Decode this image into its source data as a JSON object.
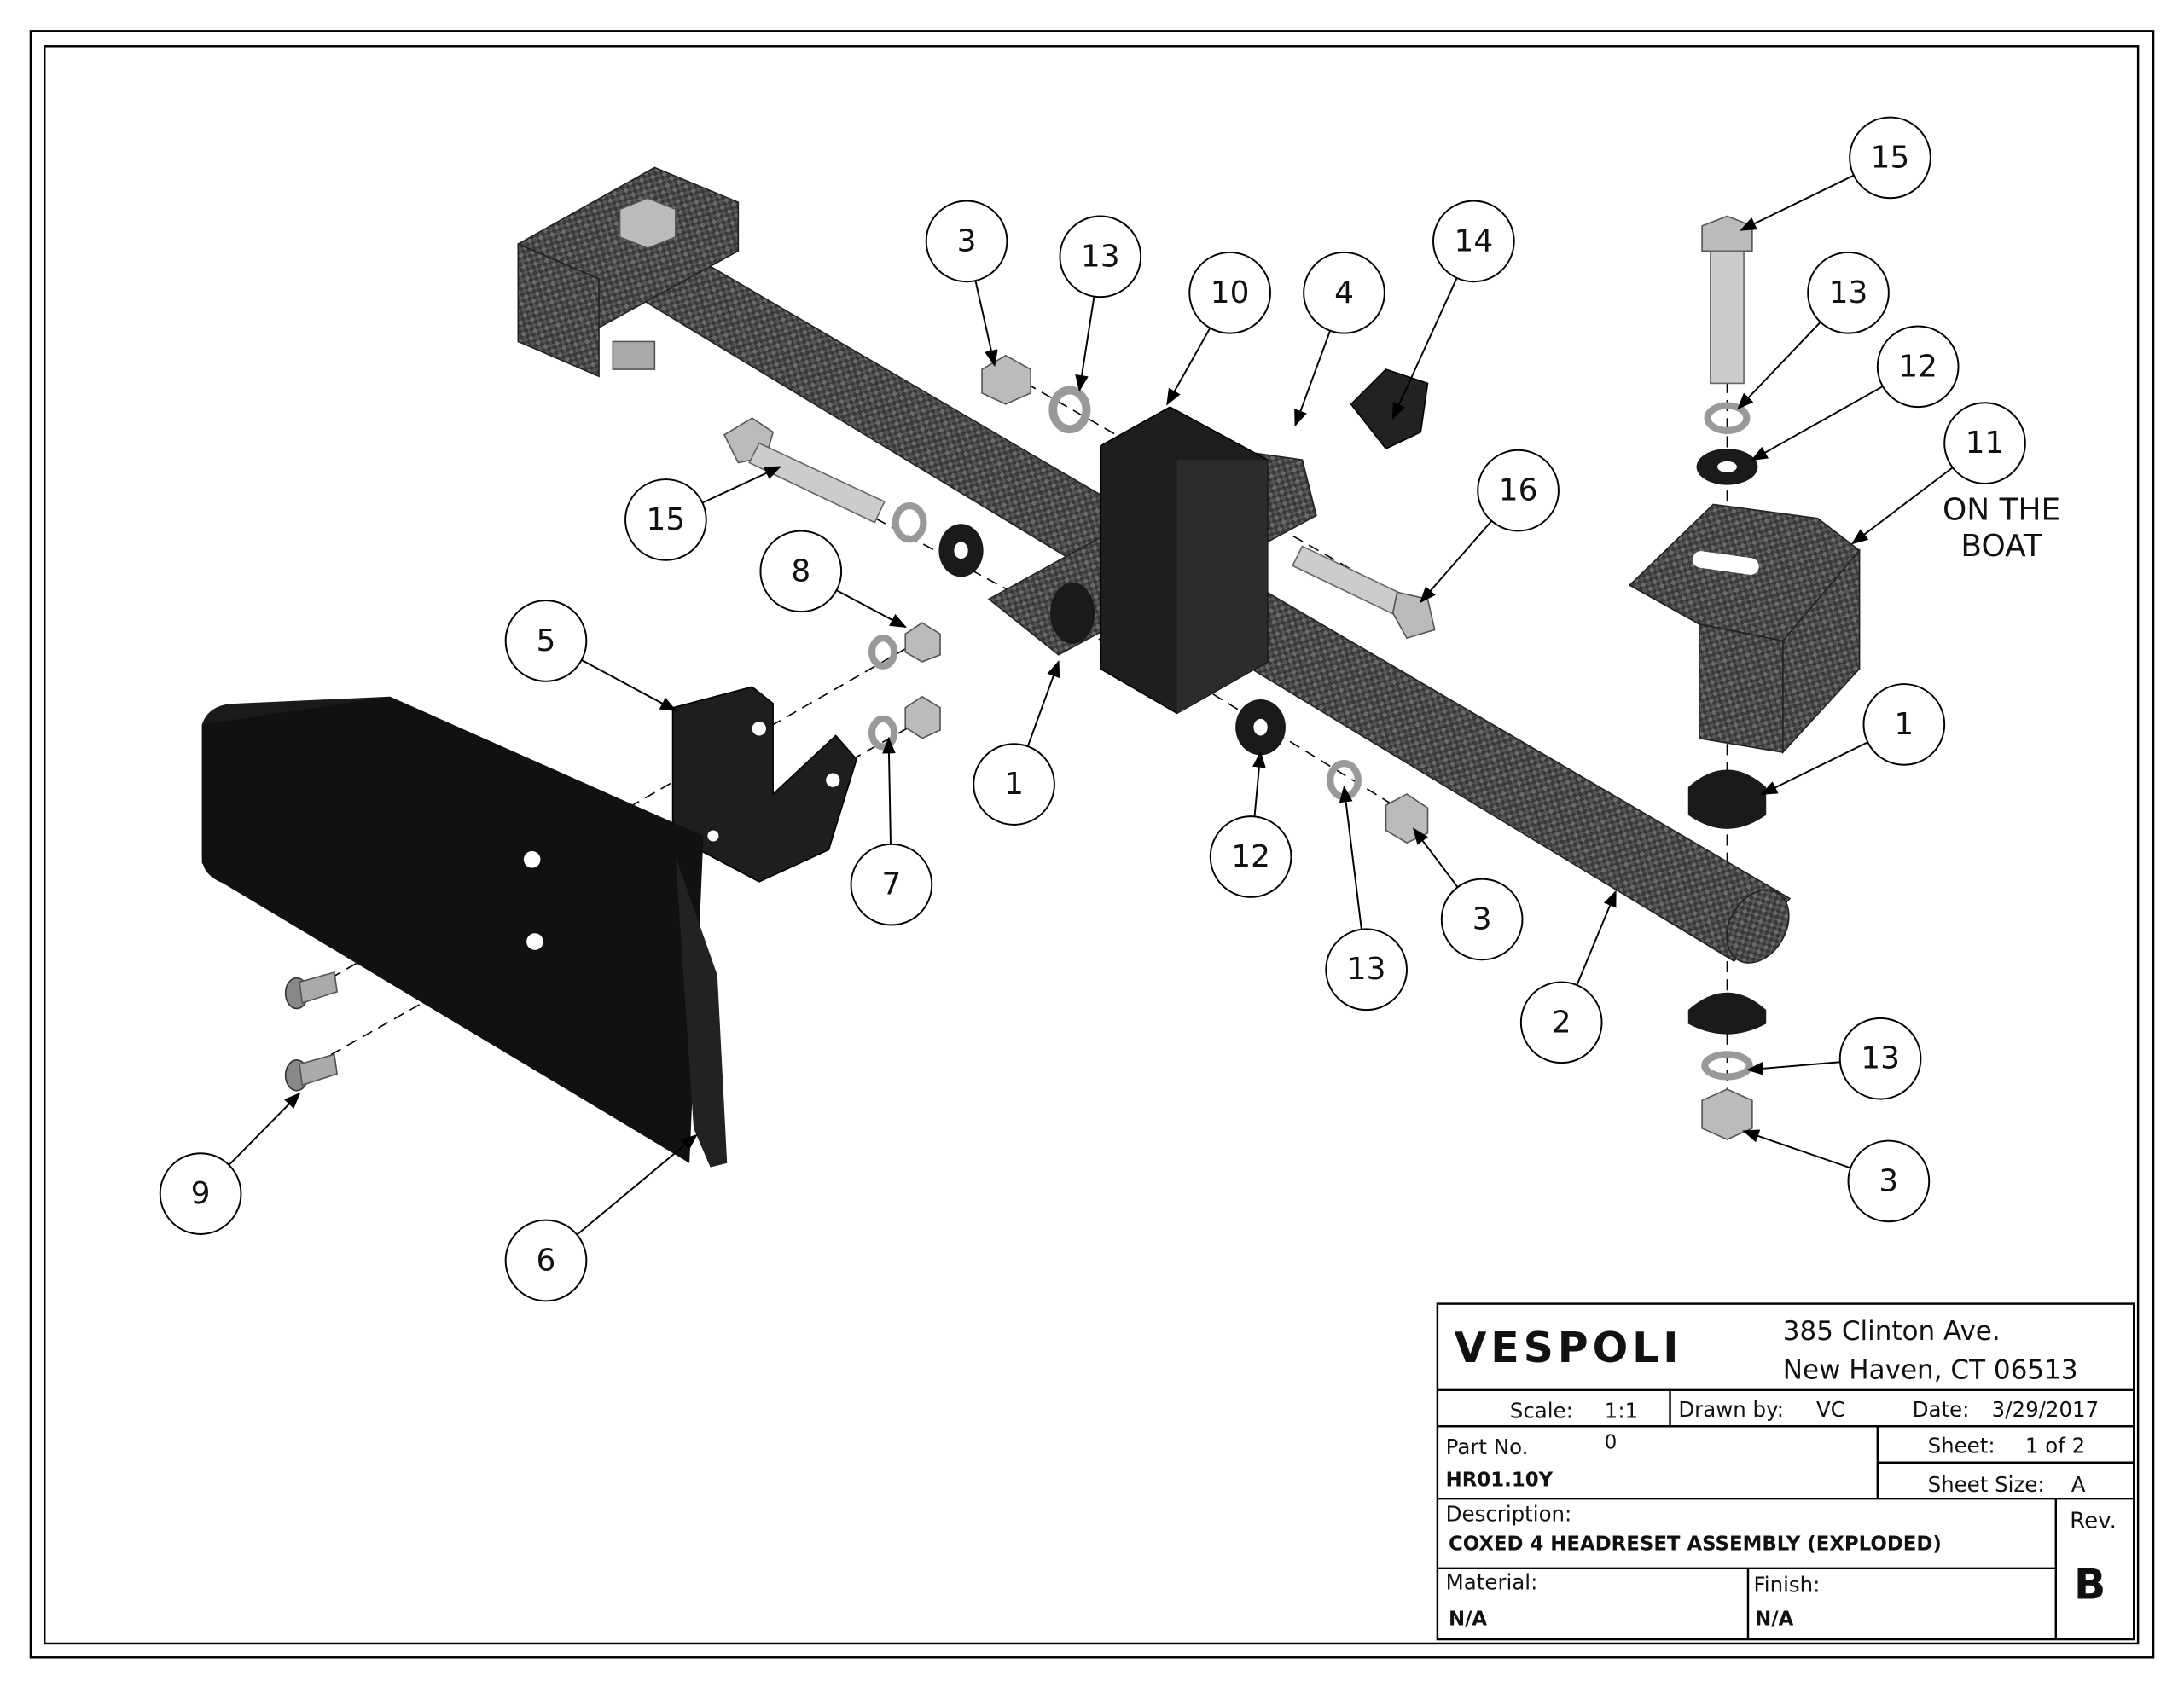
{
  "drawing": {
    "balloons": [
      "3",
      "13",
      "10",
      "4",
      "14",
      "15",
      "13",
      "12",
      "11",
      "16",
      "15",
      "8",
      "5",
      "1",
      "7",
      "12",
      "13",
      "3",
      "2",
      "1",
      "13",
      "3",
      "9",
      "6"
    ],
    "note_line1": "ON THE",
    "note_line2": "BOAT"
  },
  "title_block": {
    "company_logo": "VESPOLI",
    "address_line1": "385 Clinton Ave.",
    "address_line2": "New Haven, CT 06513",
    "scale_label": "Scale:",
    "scale_value": "1:1",
    "drawn_by_label": "Drawn by:",
    "drawn_by_value": "VC",
    "date_label": "Date:",
    "date_value": "3/29/2017",
    "part_no_label": "Part No.",
    "part_no_extra": "0",
    "part_no_value": "HR01.10Y",
    "sheet_label": "Sheet:",
    "sheet_value": "1 of 2",
    "sheet_size_label": "Sheet Size:",
    "sheet_size_value": "A",
    "description_label": "Description:",
    "description_value": "COXED 4 HEADRESET ASSEMBLY (EXPLODED)",
    "rev_label": "Rev.",
    "rev_value": "B",
    "material_label": "Material:",
    "material_value": "N/A",
    "finish_label": "Finish:",
    "finish_value": "N/A"
  }
}
